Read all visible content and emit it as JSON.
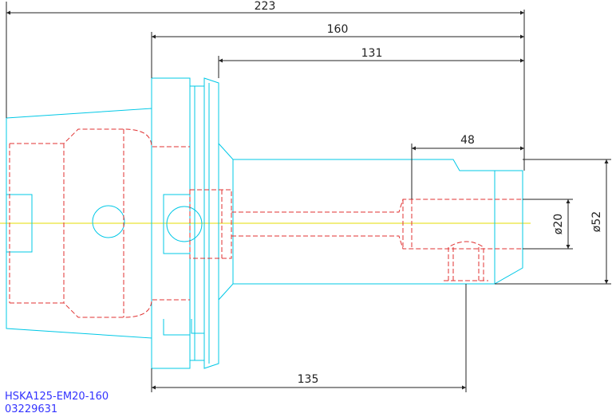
{
  "dimensions": {
    "overall_length": "223",
    "body_length": "160",
    "shank_length": "131",
    "bore_depth": "48",
    "screw_position": "135",
    "bore_diameter": "ø20",
    "outer_diameter": "ø52"
  },
  "title_block": {
    "part_name": "HSKA125-EM20-160",
    "part_number": "03229631"
  },
  "colors": {
    "outline": "#00c8e6",
    "hidden": "#e03030",
    "centerline": "#e6dc00",
    "dimension": "#222222",
    "label": "#3333ff"
  }
}
